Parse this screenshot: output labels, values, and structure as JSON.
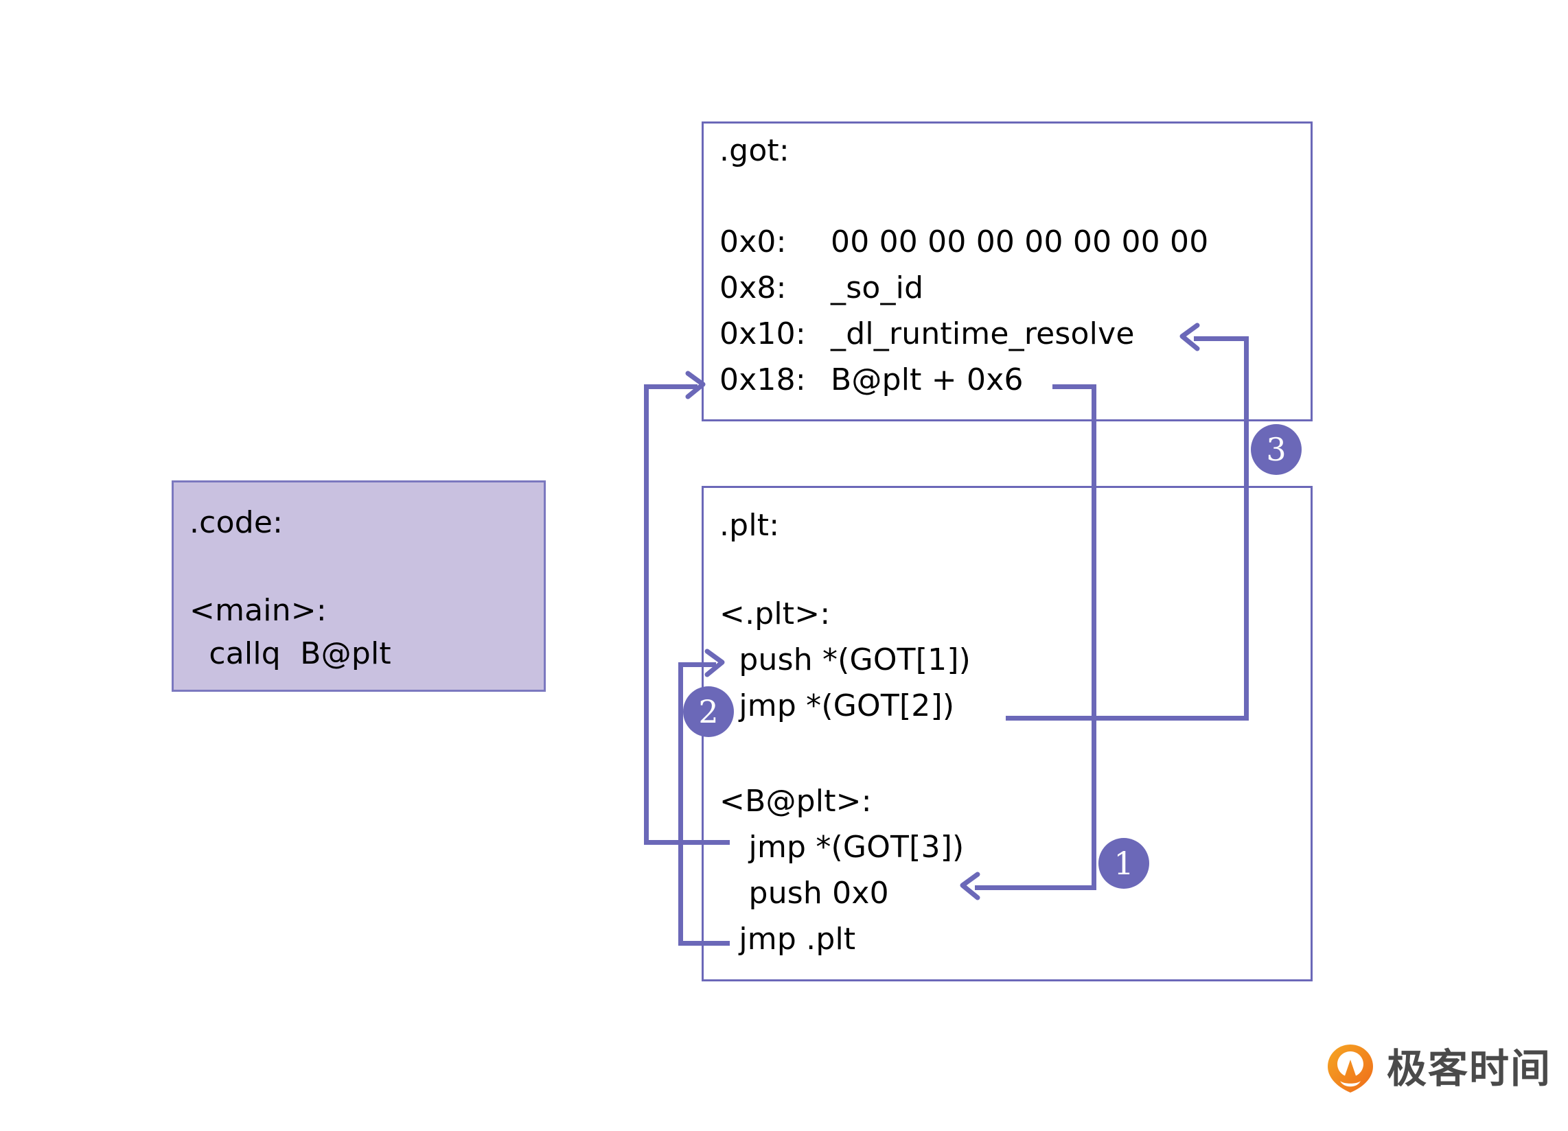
{
  "diagram": {
    "title_hidden": "PLT/GOT lazy binding resolution",
    "colors": {
      "accent": "#6b68b8",
      "code_box_fill": "#c9c1e0",
      "code_box_border": "#7b78bf",
      "text": "#000000",
      "logo_orange": "#f07a22",
      "logo_text": "#4a4a4a"
    }
  },
  "code_box": {
    "section_label": ".code:",
    "lines": [
      "<main>:",
      "  callq  B@plt"
    ]
  },
  "got_box": {
    "section_label": ".got:",
    "entries": [
      {
        "address": "0x0:",
        "value": "00 00 00 00 00 00 00 00"
      },
      {
        "address": "0x8:",
        "value": "_so_id"
      },
      {
        "address": "0x10:",
        "value": "_dl_runtime_resolve"
      },
      {
        "address": "0x18:",
        "value": "B@plt + 0x6"
      }
    ]
  },
  "plt_box": {
    "section_label": ".plt:",
    "plt0_label": "<.plt>:",
    "plt0_lines": [
      "  push *(GOT[1])",
      "  jmp *(GOT[2])"
    ],
    "bplt_label": "<B@plt>:",
    "bplt_lines": [
      "   jmp *(GOT[3])",
      "   push 0x0",
      "  jmp .plt"
    ]
  },
  "badges": [
    {
      "label": "1"
    },
    {
      "label": "2"
    },
    {
      "label": "3"
    }
  ],
  "logo": {
    "brand_text": "极客时间",
    "mark_name": "geekbang-logo-icon"
  }
}
